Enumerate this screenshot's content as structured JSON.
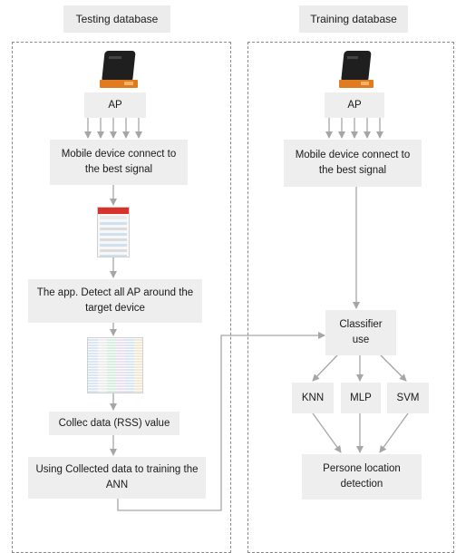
{
  "testing": {
    "header": "Testing database",
    "ap": "AP",
    "mobile": "Mobile device connect to the best signal",
    "detect": "The app. Detect all AP around the target device",
    "collect": "Collec data (RSS) value",
    "train": "Using Collected data to training the ANN"
  },
  "training": {
    "header": "Training database",
    "ap": "AP",
    "mobile": "Mobile device connect to the best signal",
    "classifier": "Classifier use",
    "knn": "KNN",
    "mlp": "MLP",
    "svm": "SVM",
    "result": "Persone location detection"
  },
  "colors": {
    "box": "#eeeeee",
    "arrow": "#a6a6a6",
    "router_body": "#222222",
    "router_base": "#e07b1f",
    "phone_header": "#d9322b"
  }
}
